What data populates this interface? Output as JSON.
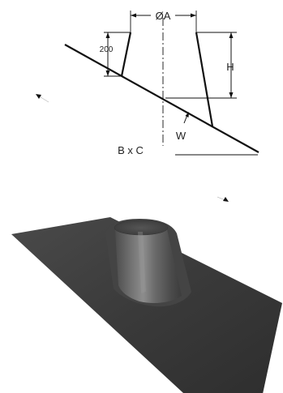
{
  "drawing": {
    "label_diameter": "ØA",
    "label_200": "200",
    "label_height": "H",
    "label_angle": "W",
    "label_base": "B x C"
  },
  "colors": {
    "line": "#111111",
    "flashing_dark": "#3a3a3a",
    "flashing_mid": "#555555",
    "cone_light": "#8a8a8a",
    "background": "#ffffff"
  }
}
